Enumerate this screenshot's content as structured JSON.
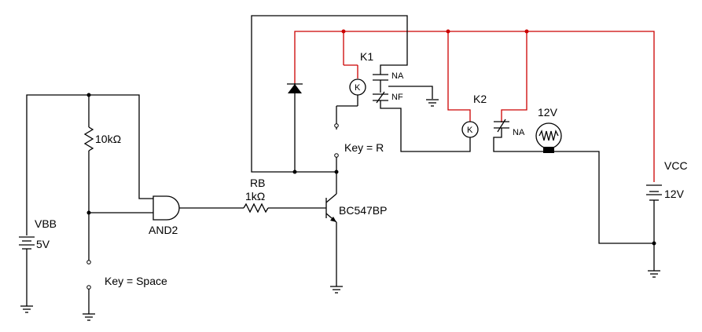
{
  "labels": {
    "k1": "K1",
    "k1_no": "NA",
    "k1_nc": "NF",
    "k2": "K2",
    "k2_no": "NA",
    "lamp": "12V",
    "vcc_name": "VCC",
    "vcc_value": "12V",
    "vbb_name": "VBB",
    "vbb_value": "5V",
    "resistor_top": "10kΩ",
    "gate": "AND2",
    "rb_name": "RB",
    "rb_value": "1kΩ",
    "transistor": "BC547BP",
    "key_r": "Key = R",
    "key_space": "Key = Space",
    "coil_symbol": "K"
  }
}
